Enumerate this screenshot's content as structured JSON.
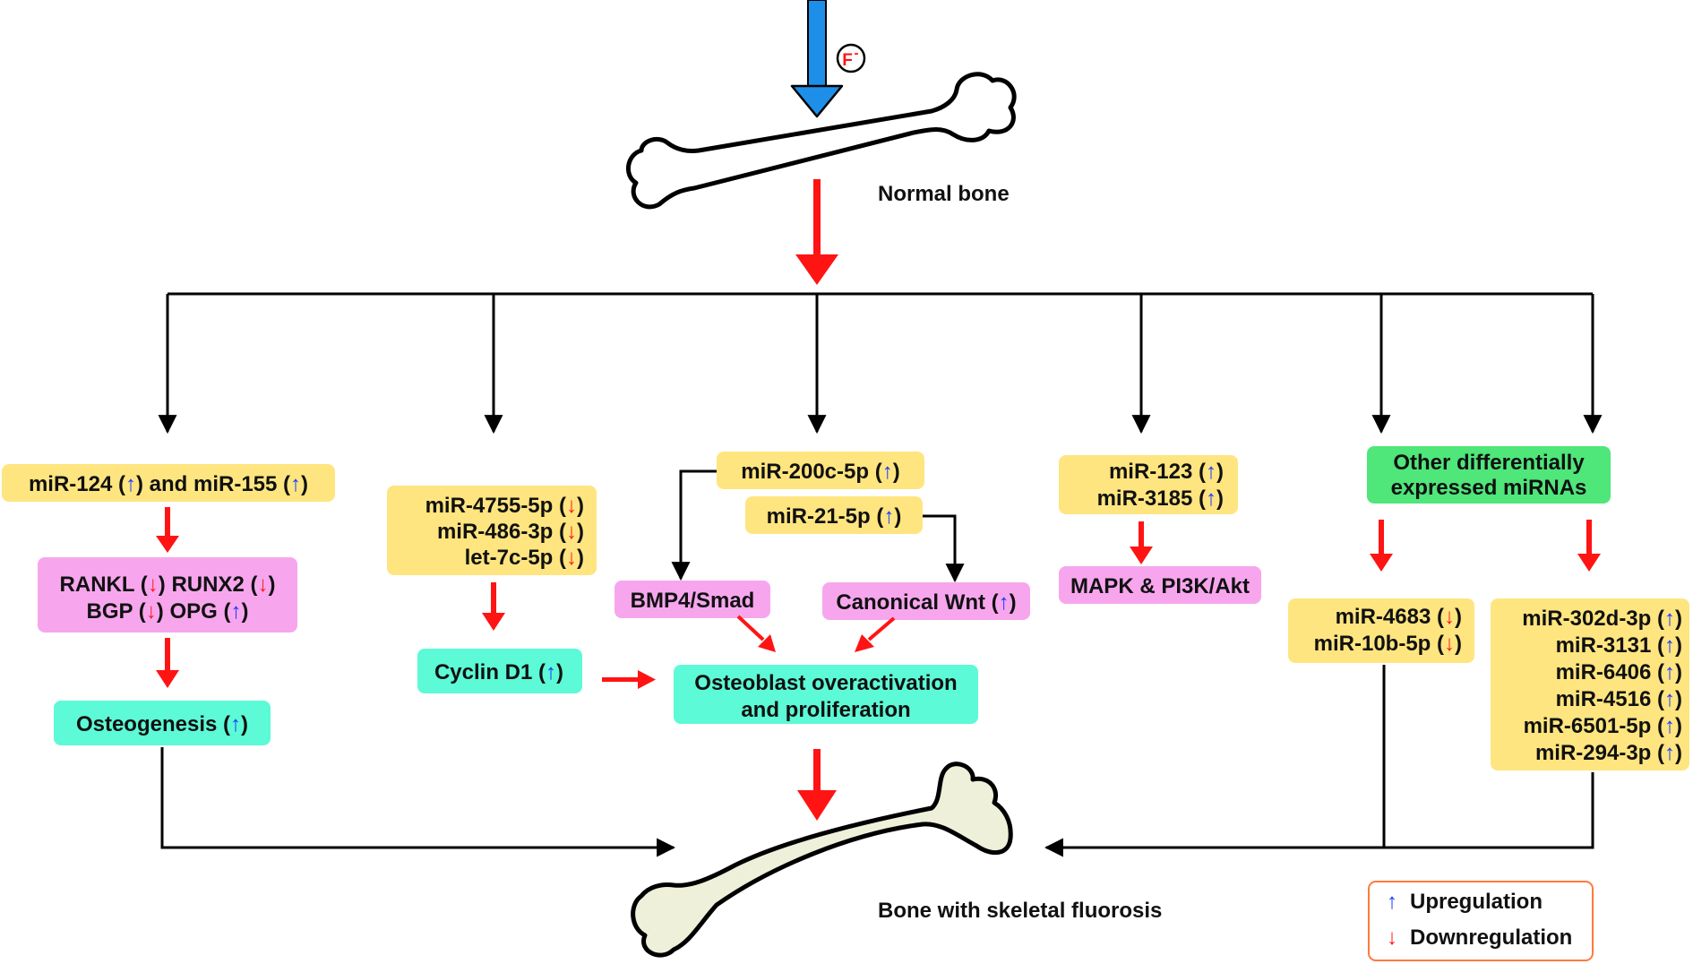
{
  "colors": {
    "yellow": "#FFE57F",
    "pink": "#F7A6EE",
    "teal": "#5CFAD6",
    "green": "#4FE67A",
    "red_arrow": "#FF1414",
    "blue_arrow": "#1E8FE8",
    "up_glyph": "#1A3CFF",
    "down_glyph": "#FF1A1A",
    "bone_normal": "#FFFFFF",
    "bone_fluorosis": "#EEF0DA"
  },
  "top": {
    "fluoride_label": "F",
    "fluoride_charge": "-",
    "normal_bone_label": "Normal bone",
    "fluorosis_bone_label": "Bone with skeletal fluorosis"
  },
  "glyphs": {
    "up": "↑",
    "down": "↓"
  },
  "branch1": {
    "mirna_a": "miR-124",
    "mirna_a_dir": "up",
    "conjunction": "and",
    "mirna_b": "miR-155",
    "mirna_b_dir": "up",
    "targets": [
      {
        "label": "RANKL",
        "dir": "down"
      },
      {
        "label": "RUNX2",
        "dir": "down"
      },
      {
        "label": "BGP",
        "dir": "down"
      },
      {
        "label": "OPG",
        "dir": "up"
      }
    ],
    "outcome": "Osteogenesis",
    "outcome_dir": "up"
  },
  "branch2": {
    "mirnas": [
      {
        "label": "miR-4755-5p",
        "dir": "down"
      },
      {
        "label": "miR-486-3p",
        "dir": "down"
      },
      {
        "label": "let-7c-5p",
        "dir": "down"
      }
    ],
    "target": "Cyclin D1",
    "target_dir": "up"
  },
  "branch3": {
    "mirna_a": "miR-200c-5p",
    "mirna_a_dir": "up",
    "mirna_b": "miR-21-5p",
    "mirna_b_dir": "up",
    "pathway_a": "BMP4/Smad",
    "pathway_b": "Canonical Wnt",
    "pathway_b_dir": "up",
    "outcome_line1": "Osteoblast overactivation",
    "outcome_line2": "and proliferation"
  },
  "branch4": {
    "mirnas": [
      {
        "label": "miR-123",
        "dir": "up"
      },
      {
        "label": "miR-3185",
        "dir": "up"
      }
    ],
    "pathway": "MAPK & PI3K/Akt"
  },
  "branch5": {
    "header_line1": "Other differentially",
    "header_line2": "expressed miRNAs",
    "down_group": [
      {
        "label": "miR-4683",
        "dir": "down"
      },
      {
        "label": "miR-10b-5p",
        "dir": "down"
      }
    ],
    "up_group": [
      {
        "label": "miR-302d-3p",
        "dir": "up"
      },
      {
        "label": "miR-3131",
        "dir": "up"
      },
      {
        "label": "miR-6406",
        "dir": "up"
      },
      {
        "label": "miR-4516",
        "dir": "up"
      },
      {
        "label": "miR-6501-5p",
        "dir": "up"
      },
      {
        "label": "miR-294-3p",
        "dir": "up"
      }
    ]
  },
  "legend": {
    "up_label": "Upregulation",
    "down_label": "Downregulation"
  }
}
